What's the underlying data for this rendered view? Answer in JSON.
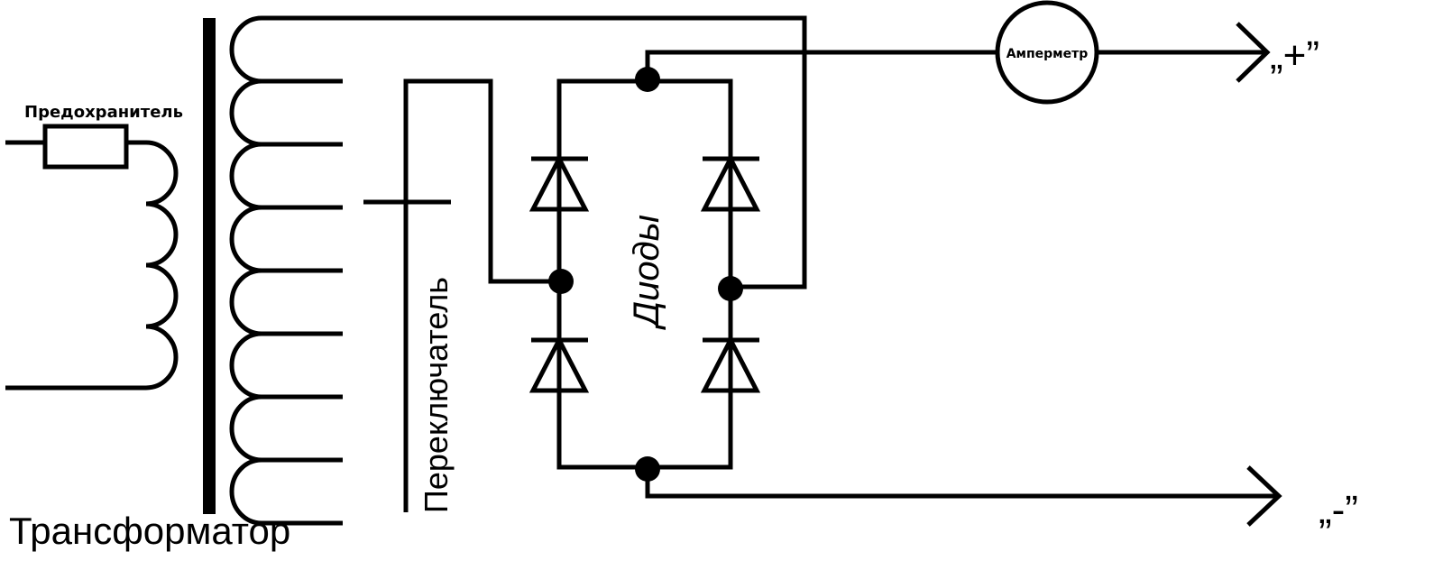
{
  "labels": {
    "fuse": "Предохранитель",
    "transformer": "Трансформатор",
    "switch": "Переключатель",
    "diodes": "Диоды",
    "ammeter": "Амперметр",
    "plus": "„+”",
    "minus": "„-”"
  }
}
